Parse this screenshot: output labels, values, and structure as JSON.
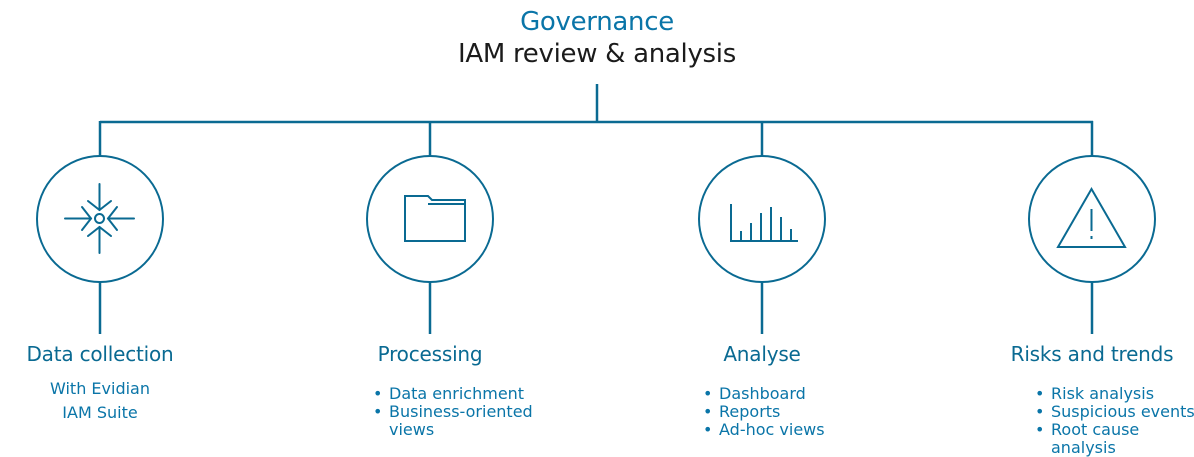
{
  "header": {
    "title": "Governance",
    "subtitle": "IAM review & analysis"
  },
  "colors": {
    "accent": "#0a75a8",
    "line": "#0a6a92",
    "title_text": "#1b1b1b"
  },
  "columns": [
    {
      "icon": "converge-arrows-icon",
      "title": "Data collection",
      "lines": [
        "With Evidian",
        "IAM Suite"
      ]
    },
    {
      "icon": "folder-icon",
      "title": "Processing",
      "bullets": [
        "Data enrichment",
        "Business-oriented views"
      ]
    },
    {
      "icon": "bar-chart-icon",
      "title": "Analyse",
      "bullets": [
        "Dashboard",
        "Reports",
        "Ad-hoc views"
      ]
    },
    {
      "icon": "warning-triangle-icon",
      "title": "Risks and trends",
      "bullets": [
        "Risk analysis",
        "Suspicious events",
        "Root cause analysis"
      ]
    }
  ]
}
